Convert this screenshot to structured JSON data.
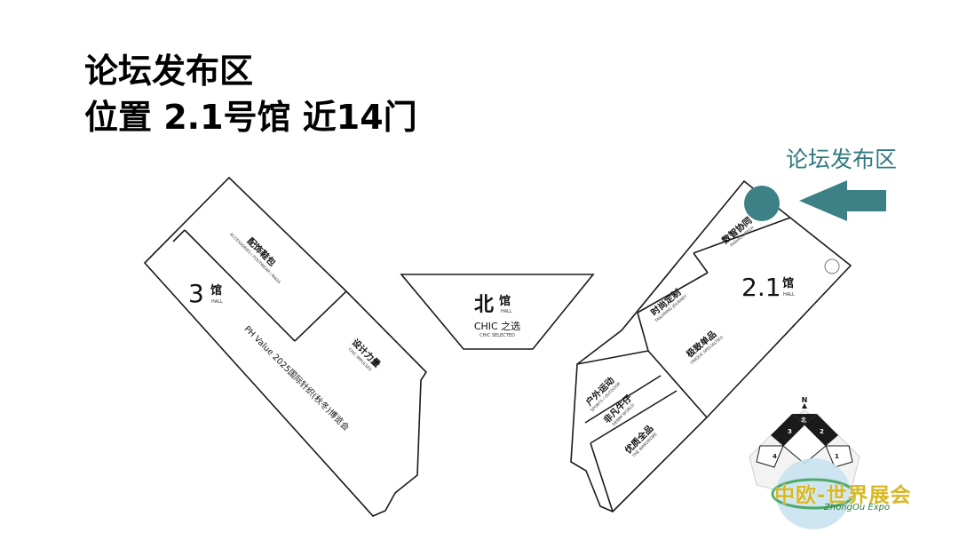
{
  "header": {
    "title_line1": "论坛发布区",
    "title_line2": "位置 2.1号馆 近14门"
  },
  "forum_label": "论坛发布区",
  "colors": {
    "accent": "#3d8086",
    "line": "#1a1a1a",
    "compass_dark": "#1a1a1a"
  },
  "hall3": {
    "number": "3",
    "guan": "馆",
    "hall": "HALL",
    "zones": [
      {
        "name": "配饰鞋包",
        "en": "ACCESSORIES / FOOTWEAR / BAGS"
      },
      {
        "name": "设计力量",
        "en": "CHIC IMPULSES"
      },
      {
        "name": "PH Value 2025国际针织(秋冬)博览会",
        "en": ""
      }
    ]
  },
  "north_hall": {
    "number": "北",
    "guan": "馆",
    "hall": "HALL",
    "name": "CHIC 之选",
    "en": "CHIC SELECTED"
  },
  "hall21": {
    "number": "2.1",
    "guan": "馆",
    "hall": "HALL",
    "zones": [
      {
        "name": "数智协同",
        "en": "FASHION TECH"
      },
      {
        "name": "时尚定制",
        "en": "TAILORING JOURNEY"
      },
      {
        "name": "极致单品",
        "en": "UNIQUE SPECIALTIES"
      },
      {
        "name": "户外运动",
        "en": "SPORTS / OUTDOOR"
      },
      {
        "name": "非凡牛仔",
        "en": "DENIM WORLD"
      },
      {
        "name": "优质全品",
        "en": "THE WARDROBE"
      }
    ]
  },
  "compass": {
    "north": "N",
    "halls": [
      "3",
      "北",
      "2",
      "4",
      "1"
    ]
  },
  "logo": {
    "main": "中欧-世界展会",
    "sub": "ZhongOu Expo"
  }
}
